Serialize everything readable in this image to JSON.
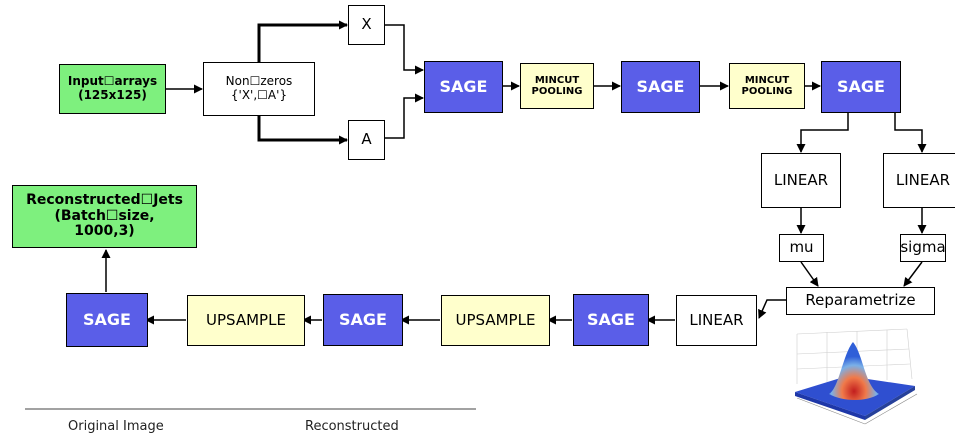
{
  "nodes": {
    "input": "Input☐arrays\n(125x125)",
    "nonzeros": "Non☐zeros\n{'X',☐A'}",
    "x": "X",
    "a": "A",
    "sage1": "SAGE",
    "mincut1": "MINCUT\nPOOLING",
    "sage2": "SAGE",
    "mincut2": "MINCUT\nPOOLING",
    "sage3": "SAGE",
    "linear_mu": "LINEAR",
    "linear_sigma": "LINEAR",
    "mu": "mu",
    "sigma": "sigma",
    "reparam": "Reparametrize",
    "linear_dec": "LINEAR",
    "sage_d1": "SAGE",
    "upsample1": "UPSAMPLE",
    "sage_d2": "SAGE",
    "upsample2": "UPSAMPLE",
    "sage_d3": "SAGE",
    "output": "Reconstructed☐Jets\n(Batch☐size,\n1000,3)"
  },
  "captions": {
    "original": "Original Image",
    "reconstructed": "Reconstructed"
  },
  "colors": {
    "sage": "#5a5ee8",
    "pooling": "#ffffcc",
    "io": "#7ef07e"
  }
}
